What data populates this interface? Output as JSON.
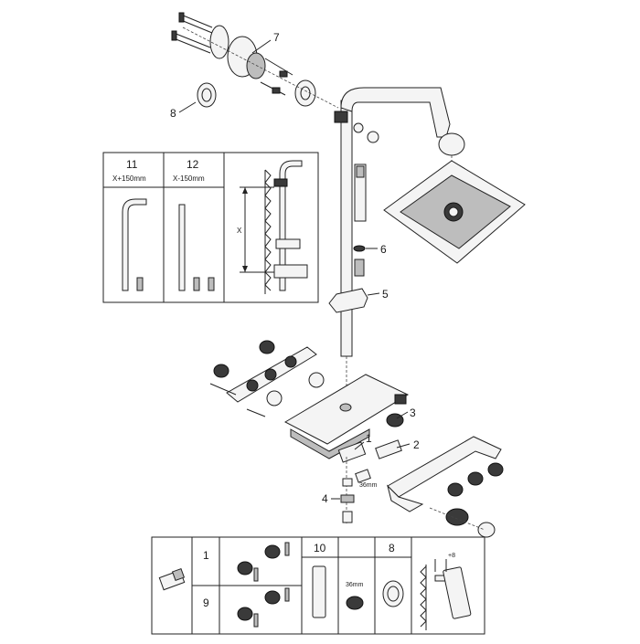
{
  "callouts": {
    "c1": "1",
    "c2": "2",
    "c3": "3",
    "c4": "4",
    "c5": "5",
    "c6": "6",
    "c7": "7",
    "c8": "8"
  },
  "inset_panel": {
    "col11_number": "11",
    "col11_size": "X+150mm",
    "col12_number": "12",
    "col12_size": "X-150mm",
    "dimension_label": "X"
  },
  "bottom_panel": {
    "row1_number": "1",
    "row9_number": "9",
    "col10_number": "10",
    "col10_size": "36mm",
    "col8_number": "8",
    "offset_label": "+8"
  },
  "main_drawing": {
    "wrench_size": "36mm"
  }
}
